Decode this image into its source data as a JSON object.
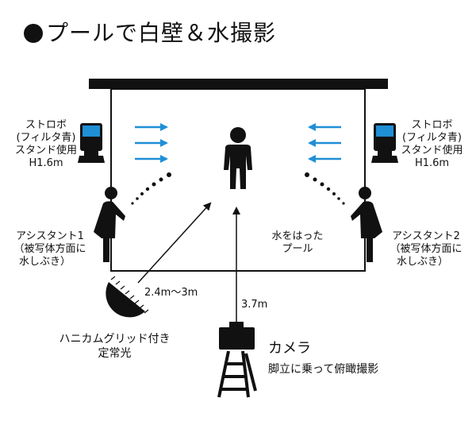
{
  "title": "プールで白壁＆水撮影",
  "strobe_left": {
    "lines": [
      "ストロボ",
      "(フィルタ青)",
      "スタンド使用",
      "H1.6m"
    ]
  },
  "strobe_right": {
    "lines": [
      "ストロボ",
      "(フィルタ青)",
      "スタンド使用",
      "H1.6m"
    ]
  },
  "assistant_left": {
    "lines": [
      "アシスタント1",
      "（被写体方面に",
      "水しぶき）"
    ]
  },
  "assistant_right": {
    "lines": [
      "アシスタント2",
      "（被写体方面に",
      "水しぶき）"
    ]
  },
  "pool": {
    "lines": [
      "水をはった",
      "プール"
    ]
  },
  "honeycomb_light": {
    "lines": [
      "ハニカムグリッド付き",
      "定常光"
    ],
    "distance": "2.4m〜3m"
  },
  "camera": {
    "label": "カメラ",
    "note": "脚立に乗って俯瞰撮影",
    "distance": "3.7m"
  },
  "colors": {
    "ink": "#111111",
    "arrow_blue": "#1f8fd6",
    "screen_blue": "#1f8fd6"
  },
  "icons": [
    "person-icon",
    "strobe-icon",
    "assistant-icon",
    "honeycomb-light-icon",
    "camera-icon",
    "ladder-icon",
    "water-spray-icon"
  ]
}
